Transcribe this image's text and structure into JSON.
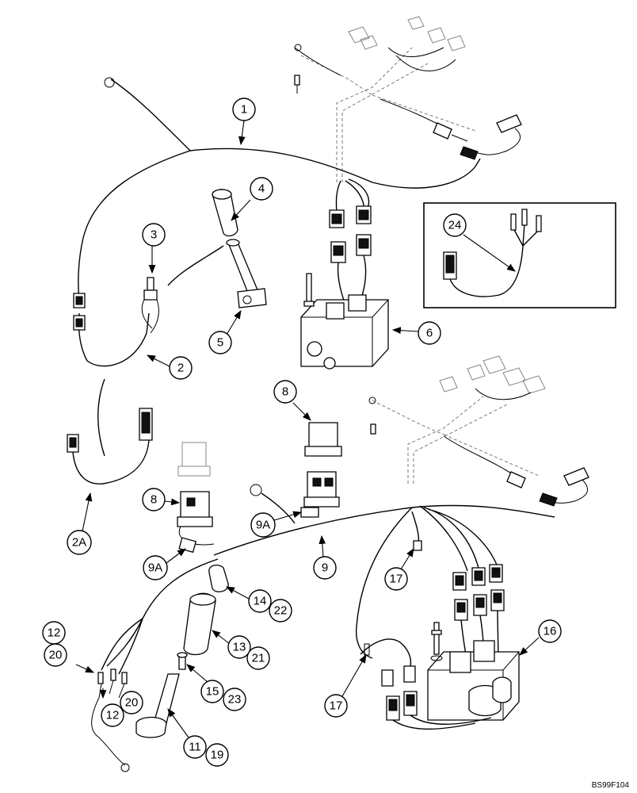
{
  "figure_ref": "BS99F104",
  "callouts": [
    "1",
    "2",
    "2A",
    "3",
    "4",
    "5",
    "6",
    "8",
    "8",
    "9",
    "9A",
    "9A",
    "11",
    "19",
    "12",
    "20",
    "12",
    "20",
    "13",
    "21",
    "14",
    "22",
    "15",
    "23",
    "16",
    "17",
    "17",
    "24"
  ]
}
